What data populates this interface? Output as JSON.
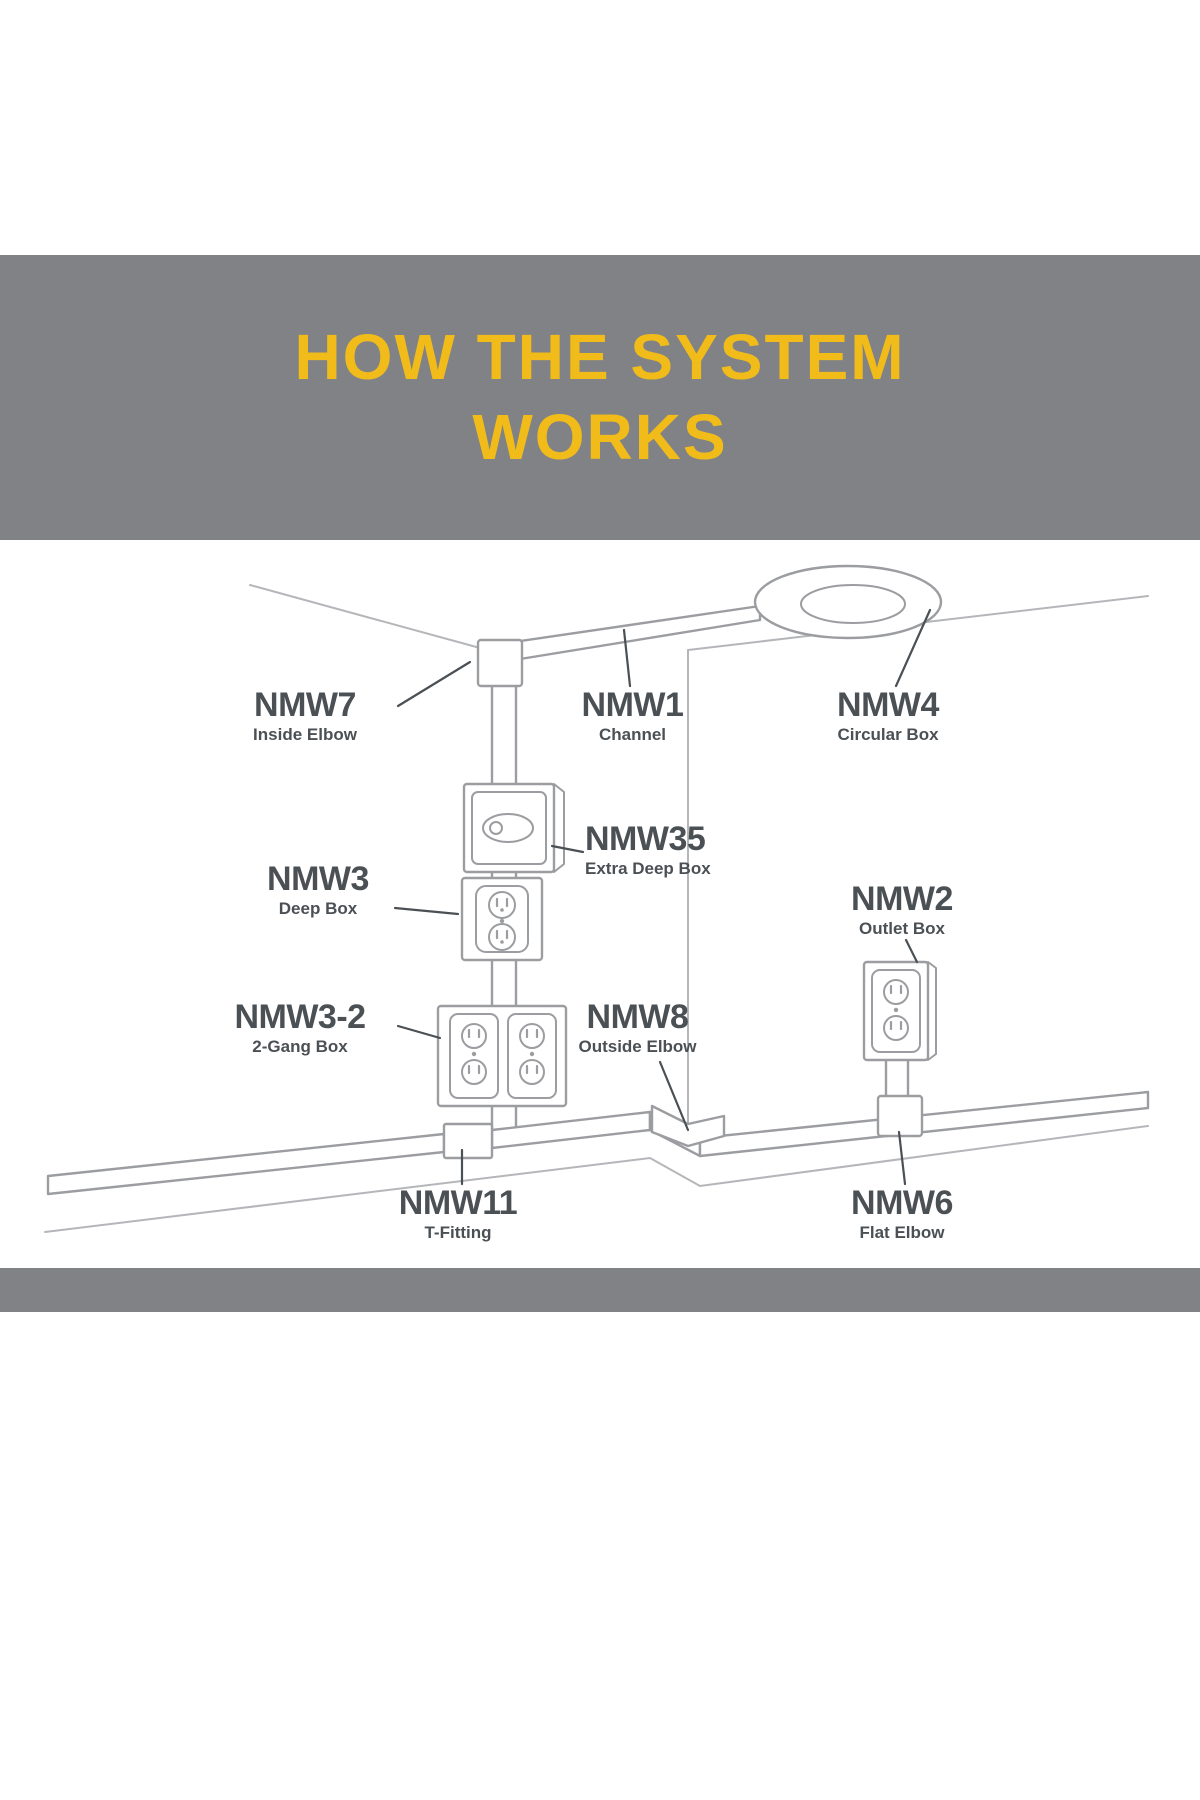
{
  "header": {
    "title_line1": "HOW THE SYSTEM",
    "title_line2": "WORKS"
  },
  "labels": [
    {
      "id": "nmw7",
      "part": "NMW7",
      "desc": "Inside Elbow"
    },
    {
      "id": "nmw1",
      "part": "NMW1",
      "desc": "Channel"
    },
    {
      "id": "nmw4",
      "part": "NMW4",
      "desc": "Circular Box"
    },
    {
      "id": "nmw35",
      "part": "NMW35",
      "desc": "Extra Deep Box"
    },
    {
      "id": "nmw3",
      "part": "NMW3",
      "desc": "Deep Box"
    },
    {
      "id": "nmw2",
      "part": "NMW2",
      "desc": "Outlet Box"
    },
    {
      "id": "nmw3_2",
      "part": "NMW3-2",
      "desc": "2-Gang Box"
    },
    {
      "id": "nmw8",
      "part": "NMW8",
      "desc": "Outside Elbow"
    },
    {
      "id": "nmw11",
      "part": "NMW11",
      "desc": "T-Fitting"
    },
    {
      "id": "nmw6",
      "part": "NMW6",
      "desc": "Flat Elbow"
    }
  ],
  "colors": {
    "accent": "#F1BC19",
    "band": "#808285",
    "ink": "#4B5054",
    "line": "#9B9DA0",
    "wall": "#B4B6B9"
  }
}
